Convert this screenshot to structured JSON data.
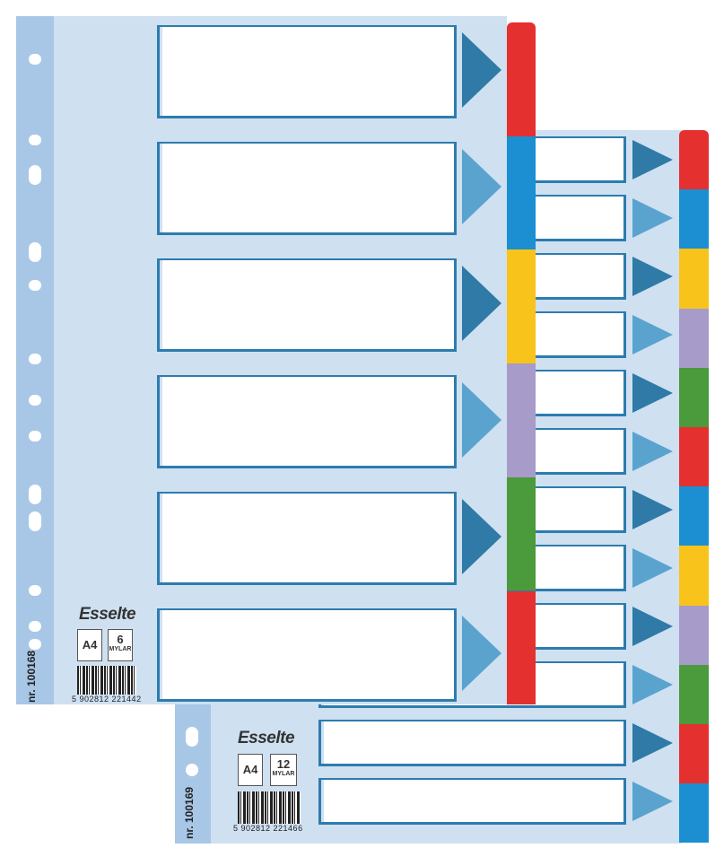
{
  "colors": {
    "sheet": "#cfe0f1",
    "strip": "#a8c7e6",
    "label_border": "#2d7cae",
    "triangle_dark": "#2f7aa6",
    "triangle_light": "#5aa3cf"
  },
  "tab_colors": [
    "#e53030",
    "#1b8fd2",
    "#f8c41c",
    "#a79bc9",
    "#4b9a3b",
    "#e53030",
    "#1b8fd2",
    "#f8c41c",
    "#a79bc9",
    "#4b9a3b",
    "#e53030",
    "#1b8fd2"
  ],
  "front": {
    "brand": "Esselte",
    "size": "A4",
    "count": "6",
    "material": "MYLAR",
    "ean": "5 902812 221442",
    "code": "nr. 100168",
    "tabs": 6
  },
  "back": {
    "brand": "Esselte",
    "size": "A4",
    "count": "12",
    "material": "MYLAR",
    "ean": "5 902812 221466",
    "code": "nr. 100169",
    "tabs": 12
  }
}
